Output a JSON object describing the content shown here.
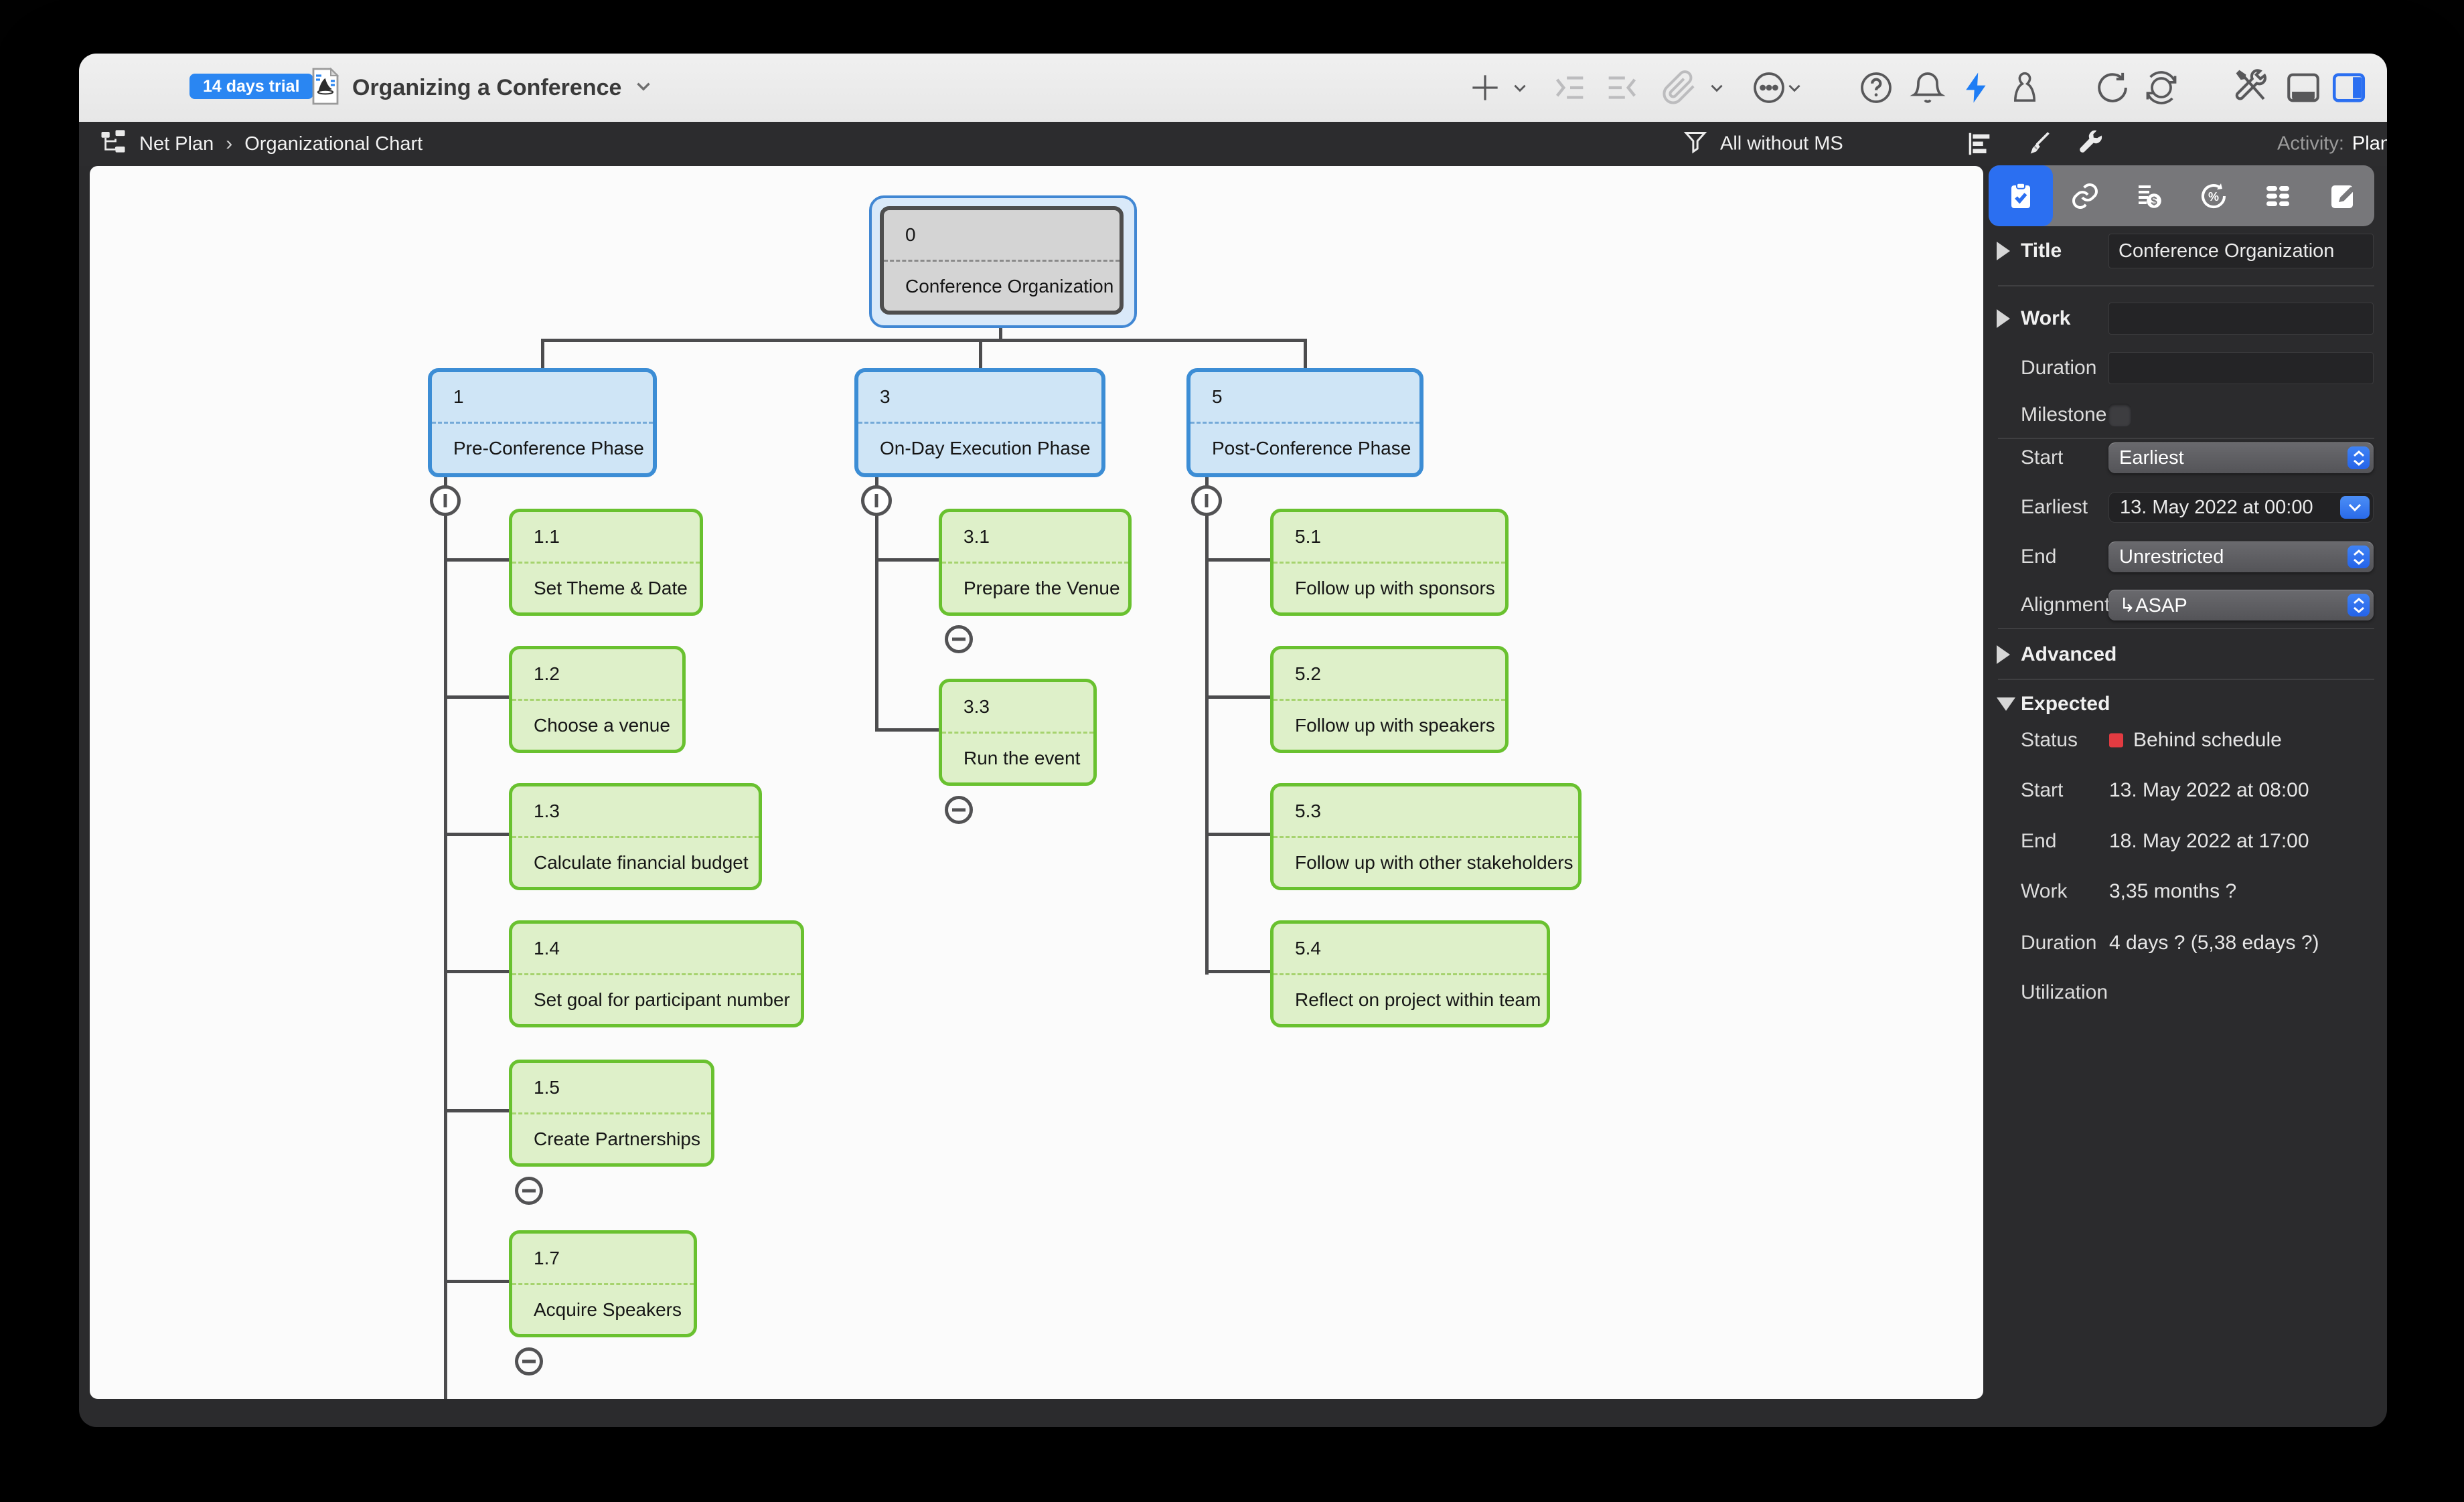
{
  "titlebar": {
    "trial_badge": "14 days trial",
    "title": "Organizing a Conference",
    "icons": [
      "add-icon",
      "add-menu-chevron-icon",
      "indent-icon",
      "outdent-icon",
      "attachment-icon",
      "attachment-menu-chevron-icon",
      "more-circle-icon",
      "more-menu-chevron-icon",
      "help-icon",
      "notifications-bell-icon",
      "actions-lightning-icon",
      "identity-icon",
      "sync-icon",
      "publish-globe-icon",
      "tools-icon",
      "bottom-panel-icon",
      "right-panel-icon"
    ]
  },
  "statusbar": {
    "view_icon": "net-plan-icon",
    "breadcrumb_root": "Net Plan",
    "breadcrumb_sep": "›",
    "breadcrumb_current": "Organizational Chart",
    "filter_label": "All without MS",
    "right_icons": [
      "filter-funnel-icon",
      "style-bars-icon",
      "format-brush-icon",
      "settings-wrench-icon"
    ],
    "activity_label": "Activity:",
    "activity_value": "Plan"
  },
  "chart": {
    "root": {
      "number": "0",
      "title": "Conference Organization"
    },
    "phases": [
      {
        "number": "1",
        "title": "Pre-Conference Phase",
        "tasks": [
          {
            "number": "1.1",
            "title": "Set Theme & Date"
          },
          {
            "number": "1.2",
            "title": "Choose a venue"
          },
          {
            "number": "1.3",
            "title": "Calculate financial budget"
          },
          {
            "number": "1.4",
            "title": "Set goal for participant number"
          },
          {
            "number": "1.5",
            "title": "Create Partnerships"
          },
          {
            "number": "1.7",
            "title": "Acquire Speakers"
          }
        ]
      },
      {
        "number": "3",
        "title": "On-Day Execution Phase",
        "tasks": [
          {
            "number": "3.1",
            "title": "Prepare the Venue"
          },
          {
            "number": "3.3",
            "title": "Run the event"
          }
        ]
      },
      {
        "number": "5",
        "title": "Post-Conference Phase",
        "tasks": [
          {
            "number": "5.1",
            "title": "Follow up with sponsors"
          },
          {
            "number": "5.2",
            "title": "Follow up with speakers"
          },
          {
            "number": "5.3",
            "title": "Follow up with other stakeholders"
          },
          {
            "number": "5.4",
            "title": "Reflect on project within team"
          }
        ]
      }
    ]
  },
  "inspector": {
    "tabs": [
      "info-clipboard-icon",
      "links-chain-icon",
      "finance-coin-icon",
      "utilization-percent-icon",
      "columns-rows-icon",
      "notes-edit-icon"
    ],
    "fields": {
      "title_label": "Title",
      "title_value": "Conference Organization",
      "work_label": "Work",
      "work_value": "",
      "duration_label": "Duration",
      "duration_value": "",
      "milestone_label": "Milestone",
      "start_label": "Start",
      "start_value": "Earliest",
      "earliest_label": "Earliest",
      "earliest_value": "13. May 2022 at 00:00",
      "end_label": "End",
      "end_value": "Unrestricted",
      "alignment_label": "Alignment",
      "alignment_value": "↳ASAP"
    },
    "advanced_label": "Advanced",
    "expected": {
      "label": "Expected",
      "status_color": "#e23b41",
      "rows": [
        {
          "label": "Status",
          "value": "Behind schedule"
        },
        {
          "label": "Start",
          "value": "13. May 2022 at 08:00"
        },
        {
          "label": "End",
          "value": "18. May 2022 at 17:00"
        },
        {
          "label": "Work",
          "value": "3,35 months ?"
        },
        {
          "label": "Duration",
          "value": "4 days ? (5,38 edays ?)"
        },
        {
          "label": "Utilization",
          "value": ""
        }
      ]
    }
  },
  "colors": {
    "phase_fill": "#cfe5f6",
    "phase_border": "#3c8dd5",
    "task_fill": "#def0c9",
    "task_border": "#69c12f",
    "root_fill": "#d4d4d4",
    "selection_halo": "#4187d3",
    "accent_blue": "#2b6ff1",
    "status_red": "#e23b41",
    "trial_badge": "#2a86f2"
  }
}
